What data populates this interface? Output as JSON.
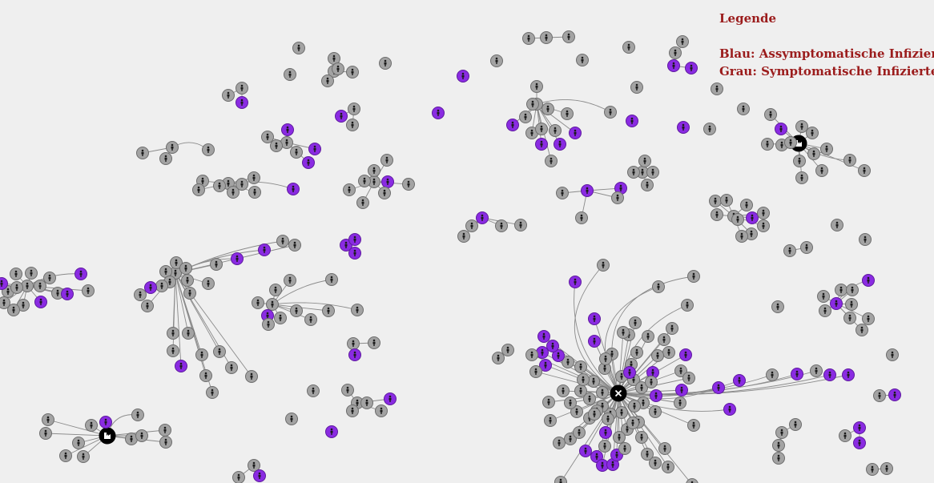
{
  "legend": {
    "title": "Legende",
    "blue_label": "Blau: Assymptomatische Infizierte",
    "gray_label": "Grau: Symptomatische Infizierte"
  },
  "colors": {
    "background": "#efefef",
    "symptomatic_node": "#a3a3a3",
    "asymptomatic_node": "#8a2be2",
    "hub_node": "#000000",
    "edge": "#8a8a8a",
    "legend_text": "#9b1c1c"
  },
  "node_icons": {
    "regular": "person-icon",
    "hub_types": [
      "building-icon",
      "cross-icon"
    ]
  }
}
